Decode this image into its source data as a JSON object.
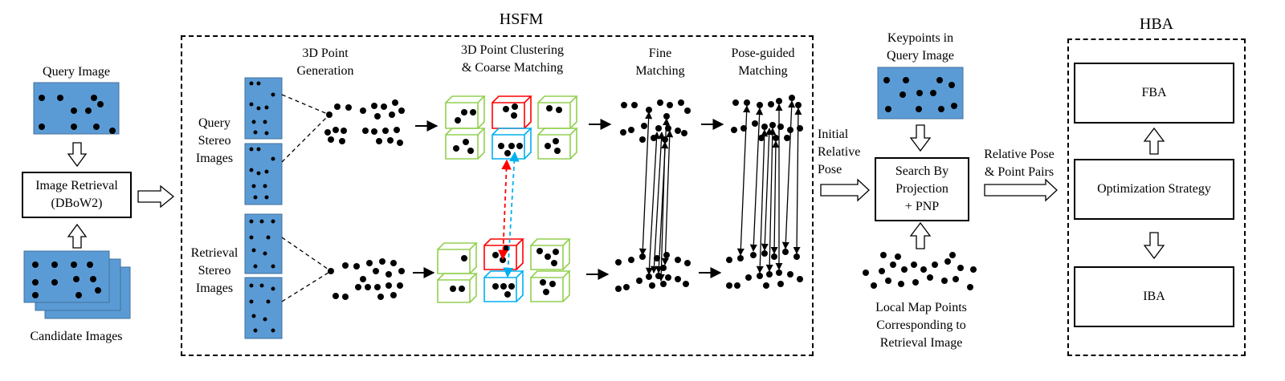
{
  "sections": {
    "hsfm_title": "HSFM",
    "hba_title": "HBA"
  },
  "left": {
    "query_image": "Query Image",
    "retrieval_box": "Image Retrieval\n(DBoW2)",
    "candidate_images": "Candidate Images"
  },
  "hsfm": {
    "point_generation": "3D Point\nGeneration",
    "clustering": "3D Point Clustering\n& Coarse Matching",
    "fine_matching": "Fine\nMatching",
    "pose_guided": "Pose-guided\nMatching",
    "query_stereo": "Query\nStereo\nImages",
    "retrieval_stereo": "Retrieval\nStereo\nImages"
  },
  "middle": {
    "initial_pose": "Initial\nRelative\nPose",
    "keypoints": "Keypoints in\nQuery Image",
    "search_box": "Search By\nProjection\n+ PNP",
    "local_map": "Local Map Points\nCorresponding to\nRetrieval Image",
    "relative_pose": "Relative Pose\n& Point Pairs"
  },
  "hba": {
    "fba": "FBA",
    "optimization": "Optimization Strategy",
    "iba": "IBA"
  },
  "colors": {
    "image_fill": "#5b9bd5",
    "image_border": "#41719c",
    "cube_green": "#92d050",
    "cube_red": "#ff0000",
    "cube_blue": "#00b0f0"
  }
}
